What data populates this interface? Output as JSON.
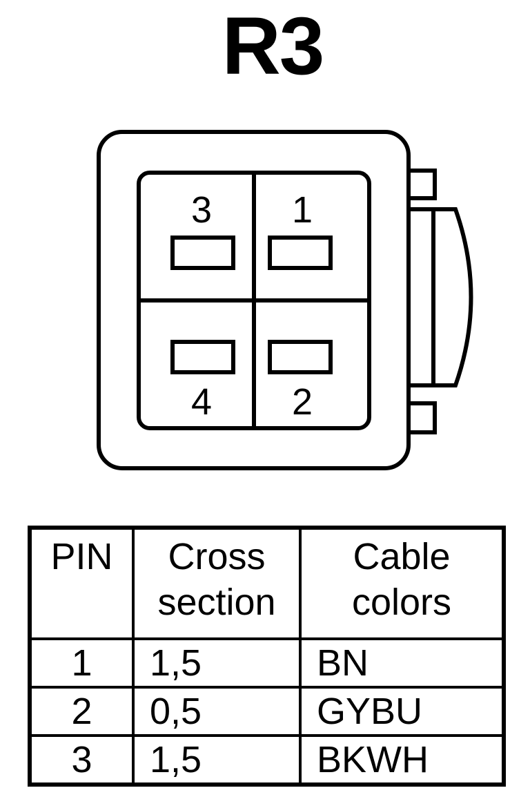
{
  "title": "R3",
  "connector": {
    "pins": [
      {
        "number": "3",
        "position": "top-left"
      },
      {
        "number": "1",
        "position": "top-right"
      },
      {
        "number": "4",
        "position": "bottom-left"
      },
      {
        "number": "2",
        "position": "bottom-right"
      }
    ]
  },
  "table": {
    "headers": {
      "pin": "PIN",
      "cross_line1": "Cross",
      "cross_line2": "section",
      "color_line1": "Cable",
      "color_line2": "colors"
    },
    "rows": [
      {
        "pin": "1",
        "cross": "1,5",
        "color": "BN"
      },
      {
        "pin": "2",
        "cross": "0,5",
        "color": "GYBU"
      },
      {
        "pin": "3",
        "cross": "1,5",
        "color": "BKWH"
      }
    ]
  }
}
